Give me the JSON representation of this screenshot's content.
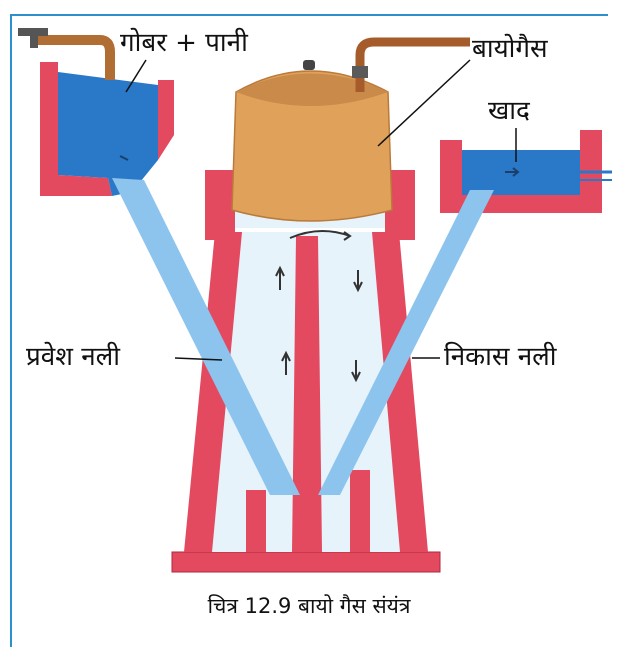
{
  "labels": {
    "cowdung_water": "गोबर + पानी",
    "biogas": "बायोगैस",
    "manure": "खाद",
    "inlet_pipe": "प्रवेश नली",
    "outlet_pipe": "निकास नली"
  },
  "caption": "चित्र 12.9 बायो गैस संयंत्र",
  "colors": {
    "wall": "#e3495f",
    "wall_light": "#f4a0a8",
    "slurry_blue": "#2a78c8",
    "pipe_blue": "#8cc4ee",
    "chamber_light": "#e6f3fb",
    "dome": "#e0a25a",
    "dome_top": "#c98a4a",
    "frame": "#2e8fd0"
  }
}
